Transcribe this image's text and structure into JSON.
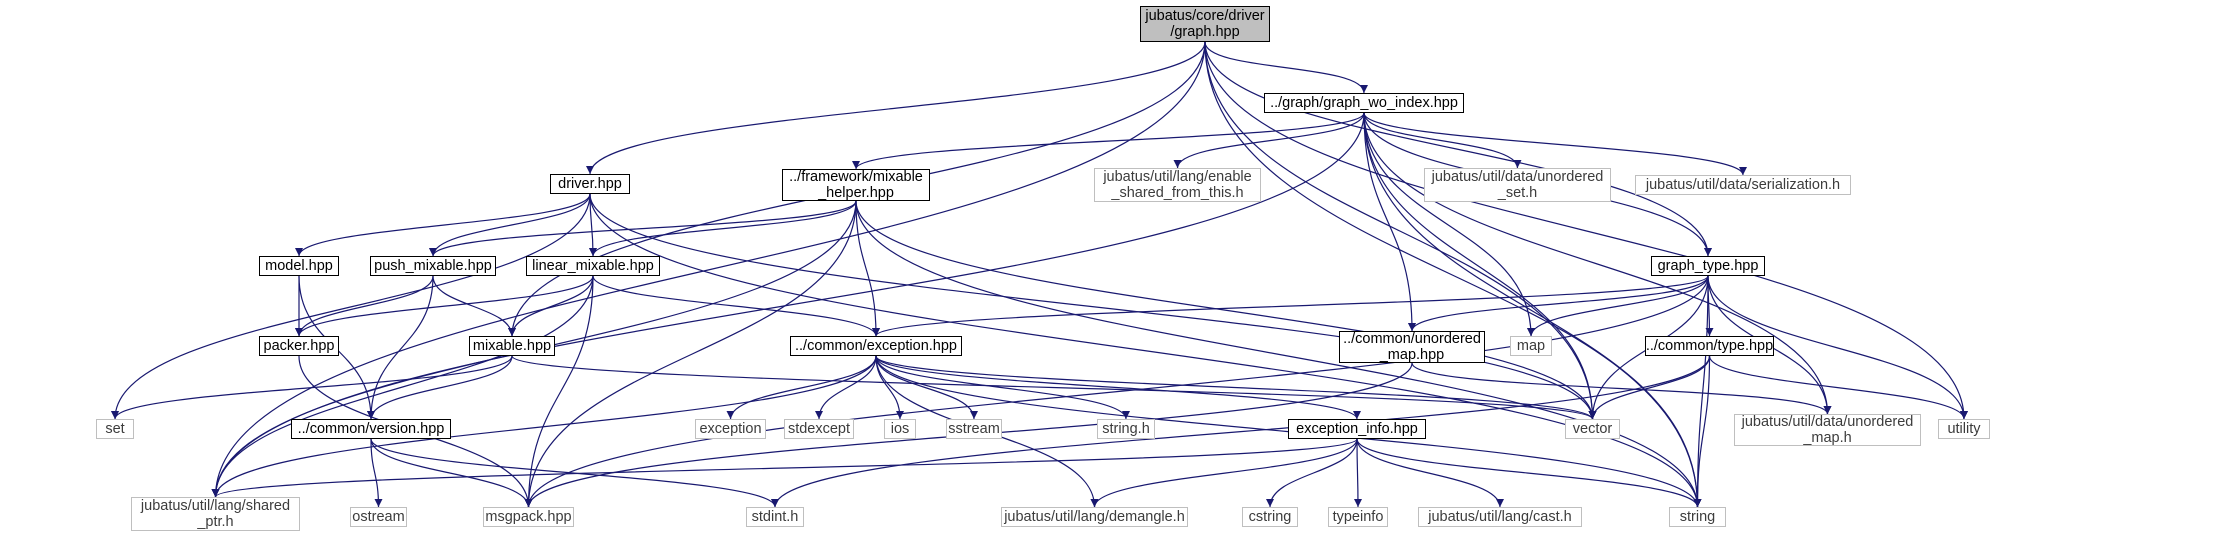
{
  "diagram": {
    "colors": {
      "edge": "#191970",
      "doc_border": "#000000",
      "ext_border": "#bfbfbf",
      "root_fill": "#bfbfbf",
      "background": "#ffffff"
    },
    "nodes": [
      {
        "id": "root",
        "label": "jubatus/core/driver\n/graph.hpp",
        "kind": "root"
      },
      {
        "id": "graph_wo_index",
        "label": "../graph/graph_wo_index.hpp",
        "kind": "doc"
      },
      {
        "id": "driver",
        "label": "driver.hpp",
        "kind": "doc"
      },
      {
        "id": "mixable_helper",
        "label": "../framework/mixable\n_helper.hpp",
        "kind": "doc"
      },
      {
        "id": "enable_shared",
        "label": "jubatus/util/lang/enable\n_shared_from_this.h",
        "kind": "ext"
      },
      {
        "id": "unordered_set",
        "label": "jubatus/util/data/unordered\n_set.h",
        "kind": "ext"
      },
      {
        "id": "serialization",
        "label": "jubatus/util/data/serialization.h",
        "kind": "ext"
      },
      {
        "id": "model",
        "label": "model.hpp",
        "kind": "doc"
      },
      {
        "id": "push_mixable",
        "label": "push_mixable.hpp",
        "kind": "doc"
      },
      {
        "id": "linear_mixable",
        "label": "linear_mixable.hpp",
        "kind": "doc"
      },
      {
        "id": "graph_type",
        "label": "graph_type.hpp",
        "kind": "doc"
      },
      {
        "id": "packer",
        "label": "packer.hpp",
        "kind": "doc"
      },
      {
        "id": "mixable",
        "label": "mixable.hpp",
        "kind": "doc"
      },
      {
        "id": "exception",
        "label": "../common/exception.hpp",
        "kind": "doc"
      },
      {
        "id": "unordered_map_hpp",
        "label": "../common/unordered\n_map.hpp",
        "kind": "doc"
      },
      {
        "id": "map",
        "label": "map",
        "kind": "ext"
      },
      {
        "id": "type",
        "label": "../common/type.hpp",
        "kind": "doc"
      },
      {
        "id": "set",
        "label": "set",
        "kind": "ext"
      },
      {
        "id": "version",
        "label": "../common/version.hpp",
        "kind": "doc"
      },
      {
        "id": "std_exception",
        "label": "exception",
        "kind": "ext"
      },
      {
        "id": "stdexcept",
        "label": "stdexcept",
        "kind": "ext"
      },
      {
        "id": "ios",
        "label": "ios",
        "kind": "ext"
      },
      {
        "id": "sstream",
        "label": "sstream",
        "kind": "ext"
      },
      {
        "id": "string_h",
        "label": "string.h",
        "kind": "ext"
      },
      {
        "id": "exception_info",
        "label": "exception_info.hpp",
        "kind": "doc"
      },
      {
        "id": "vector",
        "label": "vector",
        "kind": "ext"
      },
      {
        "id": "unordered_map_h",
        "label": "jubatus/util/data/unordered\n_map.h",
        "kind": "ext"
      },
      {
        "id": "utility",
        "label": "utility",
        "kind": "ext"
      },
      {
        "id": "shared_ptr",
        "label": "jubatus/util/lang/shared\n_ptr.h",
        "kind": "ext"
      },
      {
        "id": "ostream",
        "label": "ostream",
        "kind": "ext"
      },
      {
        "id": "msgpack",
        "label": "msgpack.hpp",
        "kind": "ext"
      },
      {
        "id": "stdint",
        "label": "stdint.h",
        "kind": "ext"
      },
      {
        "id": "demangle",
        "label": "jubatus/util/lang/demangle.h",
        "kind": "ext"
      },
      {
        "id": "cstring",
        "label": "cstring",
        "kind": "ext"
      },
      {
        "id": "typeinfo",
        "label": "typeinfo",
        "kind": "ext"
      },
      {
        "id": "cast",
        "label": "jubatus/util/lang/cast.h",
        "kind": "ext"
      },
      {
        "id": "string",
        "label": "string",
        "kind": "ext"
      }
    ],
    "edges": [
      [
        "root",
        "graph_wo_index"
      ],
      [
        "root",
        "driver"
      ],
      [
        "root",
        "mixable"
      ],
      [
        "root",
        "vector"
      ],
      [
        "root",
        "graph_type"
      ],
      [
        "root",
        "utility"
      ],
      [
        "root",
        "string"
      ],
      [
        "root",
        "shared_ptr"
      ],
      [
        "graph_wo_index",
        "shared_ptr"
      ],
      [
        "graph_wo_index",
        "mixable_helper"
      ],
      [
        "graph_wo_index",
        "enable_shared"
      ],
      [
        "graph_wo_index",
        "unordered_set"
      ],
      [
        "graph_wo_index",
        "serialization"
      ],
      [
        "graph_wo_index",
        "graph_type"
      ],
      [
        "graph_wo_index",
        "unordered_map_hpp"
      ],
      [
        "graph_wo_index",
        "map"
      ],
      [
        "graph_wo_index",
        "vector"
      ],
      [
        "graph_wo_index",
        "unordered_map_h"
      ],
      [
        "graph_wo_index",
        "string"
      ],
      [
        "driver",
        "set"
      ],
      [
        "driver",
        "model"
      ],
      [
        "driver",
        "push_mixable"
      ],
      [
        "driver",
        "linear_mixable"
      ],
      [
        "driver",
        "vector"
      ],
      [
        "driver",
        "string"
      ],
      [
        "mixable_helper",
        "shared_ptr"
      ],
      [
        "mixable_helper",
        "push_mixable"
      ],
      [
        "mixable_helper",
        "linear_mixable"
      ],
      [
        "mixable_helper",
        "exception"
      ],
      [
        "mixable_helper",
        "msgpack"
      ],
      [
        "mixable_helper",
        "vector"
      ],
      [
        "mixable_helper",
        "string"
      ],
      [
        "model",
        "packer"
      ],
      [
        "model",
        "version"
      ],
      [
        "push_mixable",
        "packer"
      ],
      [
        "push_mixable",
        "mixable"
      ],
      [
        "push_mixable",
        "version"
      ],
      [
        "linear_mixable",
        "packer"
      ],
      [
        "linear_mixable",
        "mixable"
      ],
      [
        "linear_mixable",
        "exception"
      ],
      [
        "linear_mixable",
        "shared_ptr"
      ],
      [
        "linear_mixable",
        "msgpack"
      ],
      [
        "graph_type",
        "exception"
      ],
      [
        "graph_type",
        "unordered_map_hpp"
      ],
      [
        "graph_type",
        "map"
      ],
      [
        "graph_type",
        "type"
      ],
      [
        "graph_type",
        "vector"
      ],
      [
        "graph_type",
        "unordered_map_h"
      ],
      [
        "graph_type",
        "utility"
      ],
      [
        "graph_type",
        "string"
      ],
      [
        "graph_type",
        "msgpack"
      ],
      [
        "packer",
        "msgpack"
      ],
      [
        "mixable",
        "set"
      ],
      [
        "mixable",
        "version"
      ],
      [
        "mixable",
        "vector"
      ],
      [
        "exception",
        "std_exception"
      ],
      [
        "exception",
        "stdexcept"
      ],
      [
        "exception",
        "ios"
      ],
      [
        "exception",
        "sstream"
      ],
      [
        "exception",
        "string_h"
      ],
      [
        "exception",
        "demangle"
      ],
      [
        "exception",
        "exception_info"
      ],
      [
        "exception",
        "shared_ptr"
      ],
      [
        "exception",
        "vector"
      ],
      [
        "exception",
        "string"
      ],
      [
        "unordered_map_hpp",
        "unordered_map_h"
      ],
      [
        "unordered_map_hpp",
        "msgpack"
      ],
      [
        "type",
        "vector"
      ],
      [
        "type",
        "string"
      ],
      [
        "type",
        "utility"
      ],
      [
        "type",
        "stdint"
      ],
      [
        "version",
        "ostream"
      ],
      [
        "version",
        "msgpack"
      ],
      [
        "version",
        "stdint"
      ],
      [
        "exception_info",
        "shared_ptr"
      ],
      [
        "exception_info",
        "cstring"
      ],
      [
        "exception_info",
        "typeinfo"
      ],
      [
        "exception_info",
        "cast"
      ],
      [
        "exception_info",
        "demangle"
      ],
      [
        "exception_info",
        "string"
      ]
    ]
  }
}
